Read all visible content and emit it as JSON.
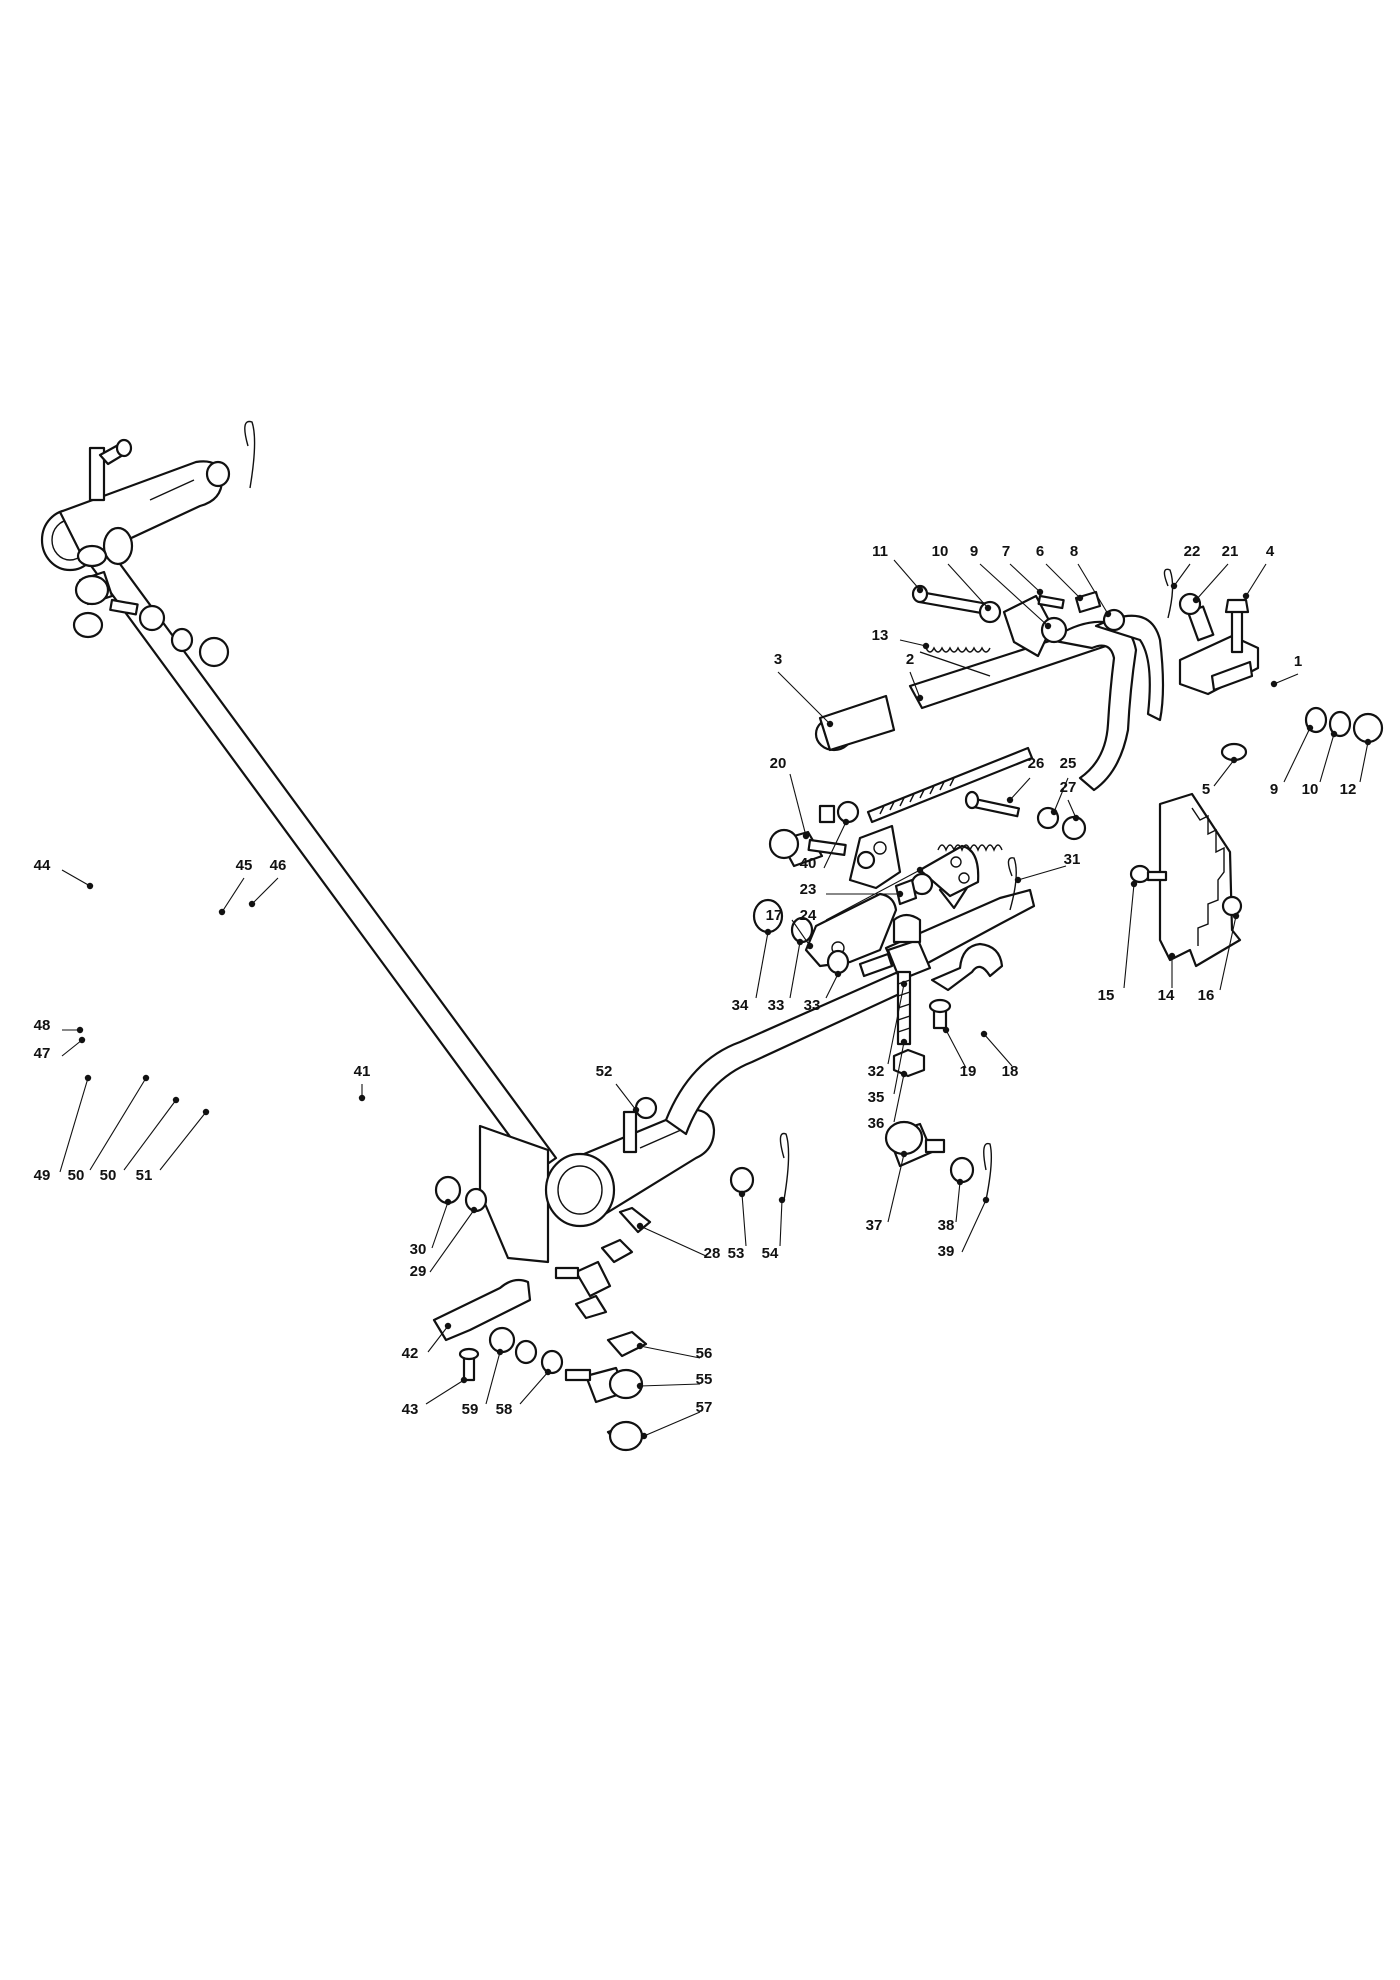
{
  "diagram": {
    "callouts": [
      {
        "id": "c1",
        "text": "1"
      },
      {
        "id": "c2",
        "text": "2"
      },
      {
        "id": "c3",
        "text": "3"
      },
      {
        "id": "c4",
        "text": "4"
      },
      {
        "id": "c5",
        "text": "5"
      },
      {
        "id": "c6",
        "text": "6"
      },
      {
        "id": "c7",
        "text": "7"
      },
      {
        "id": "c8",
        "text": "8"
      },
      {
        "id": "c9a",
        "text": "9"
      },
      {
        "id": "c9b",
        "text": "9"
      },
      {
        "id": "c10a",
        "text": "10"
      },
      {
        "id": "c10b",
        "text": "10"
      },
      {
        "id": "c11",
        "text": "11"
      },
      {
        "id": "c12",
        "text": "12"
      },
      {
        "id": "c13",
        "text": "13"
      },
      {
        "id": "c14",
        "text": "14"
      },
      {
        "id": "c15",
        "text": "15"
      },
      {
        "id": "c16",
        "text": "16"
      },
      {
        "id": "c17",
        "text": "17"
      },
      {
        "id": "c18",
        "text": "18"
      },
      {
        "id": "c19",
        "text": "19"
      },
      {
        "id": "c20",
        "text": "20"
      },
      {
        "id": "c21",
        "text": "21"
      },
      {
        "id": "c22",
        "text": "22"
      },
      {
        "id": "c23",
        "text": "23"
      },
      {
        "id": "c24",
        "text": "24"
      },
      {
        "id": "c25",
        "text": "25"
      },
      {
        "id": "c26",
        "text": "26"
      },
      {
        "id": "c27",
        "text": "27"
      },
      {
        "id": "c28",
        "text": "28"
      },
      {
        "id": "c29",
        "text": "29"
      },
      {
        "id": "c30",
        "text": "30"
      },
      {
        "id": "c31",
        "text": "31"
      },
      {
        "id": "c32",
        "text": "32"
      },
      {
        "id": "c33a",
        "text": "33"
      },
      {
        "id": "c33b",
        "text": "33"
      },
      {
        "id": "c34",
        "text": "34"
      },
      {
        "id": "c35",
        "text": "35"
      },
      {
        "id": "c36",
        "text": "36"
      },
      {
        "id": "c37",
        "text": "37"
      },
      {
        "id": "c38",
        "text": "38"
      },
      {
        "id": "c39",
        "text": "39"
      },
      {
        "id": "c40",
        "text": "40"
      },
      {
        "id": "c41",
        "text": "41"
      },
      {
        "id": "c42",
        "text": "42"
      },
      {
        "id": "c43",
        "text": "43"
      },
      {
        "id": "c44",
        "text": "44"
      },
      {
        "id": "c45",
        "text": "45"
      },
      {
        "id": "c46",
        "text": "46"
      },
      {
        "id": "c47",
        "text": "47"
      },
      {
        "id": "c48",
        "text": "48"
      },
      {
        "id": "c49",
        "text": "49"
      },
      {
        "id": "c50a",
        "text": "50"
      },
      {
        "id": "c50b",
        "text": "50"
      },
      {
        "id": "c51",
        "text": "51"
      },
      {
        "id": "c52",
        "text": "52"
      },
      {
        "id": "c53",
        "text": "53"
      },
      {
        "id": "c54",
        "text": "54"
      },
      {
        "id": "c55",
        "text": "55"
      },
      {
        "id": "c56",
        "text": "56"
      },
      {
        "id": "c57",
        "text": "57"
      },
      {
        "id": "c58",
        "text": "58"
      },
      {
        "id": "c59",
        "text": "59"
      }
    ]
  }
}
